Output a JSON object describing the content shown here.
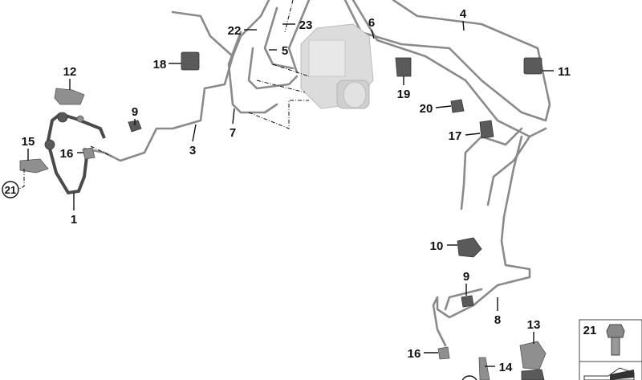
{
  "diagram": {
    "labels": {
      "l1": "1",
      "l3": "3",
      "l4": "4",
      "l5": "5",
      "l6": "6",
      "l7": "7",
      "l8": "8",
      "l9a": "9",
      "l9b": "9",
      "l10": "10",
      "l11": "11",
      "l12": "12",
      "l13": "13",
      "l14": "14",
      "l15": "15",
      "l16a": "16",
      "l16b": "16",
      "l17": "17",
      "l18": "18",
      "l19": "19",
      "l20": "20",
      "l21circle": "21",
      "l21box": "21",
      "l22": "22",
      "l23": "23"
    }
  }
}
